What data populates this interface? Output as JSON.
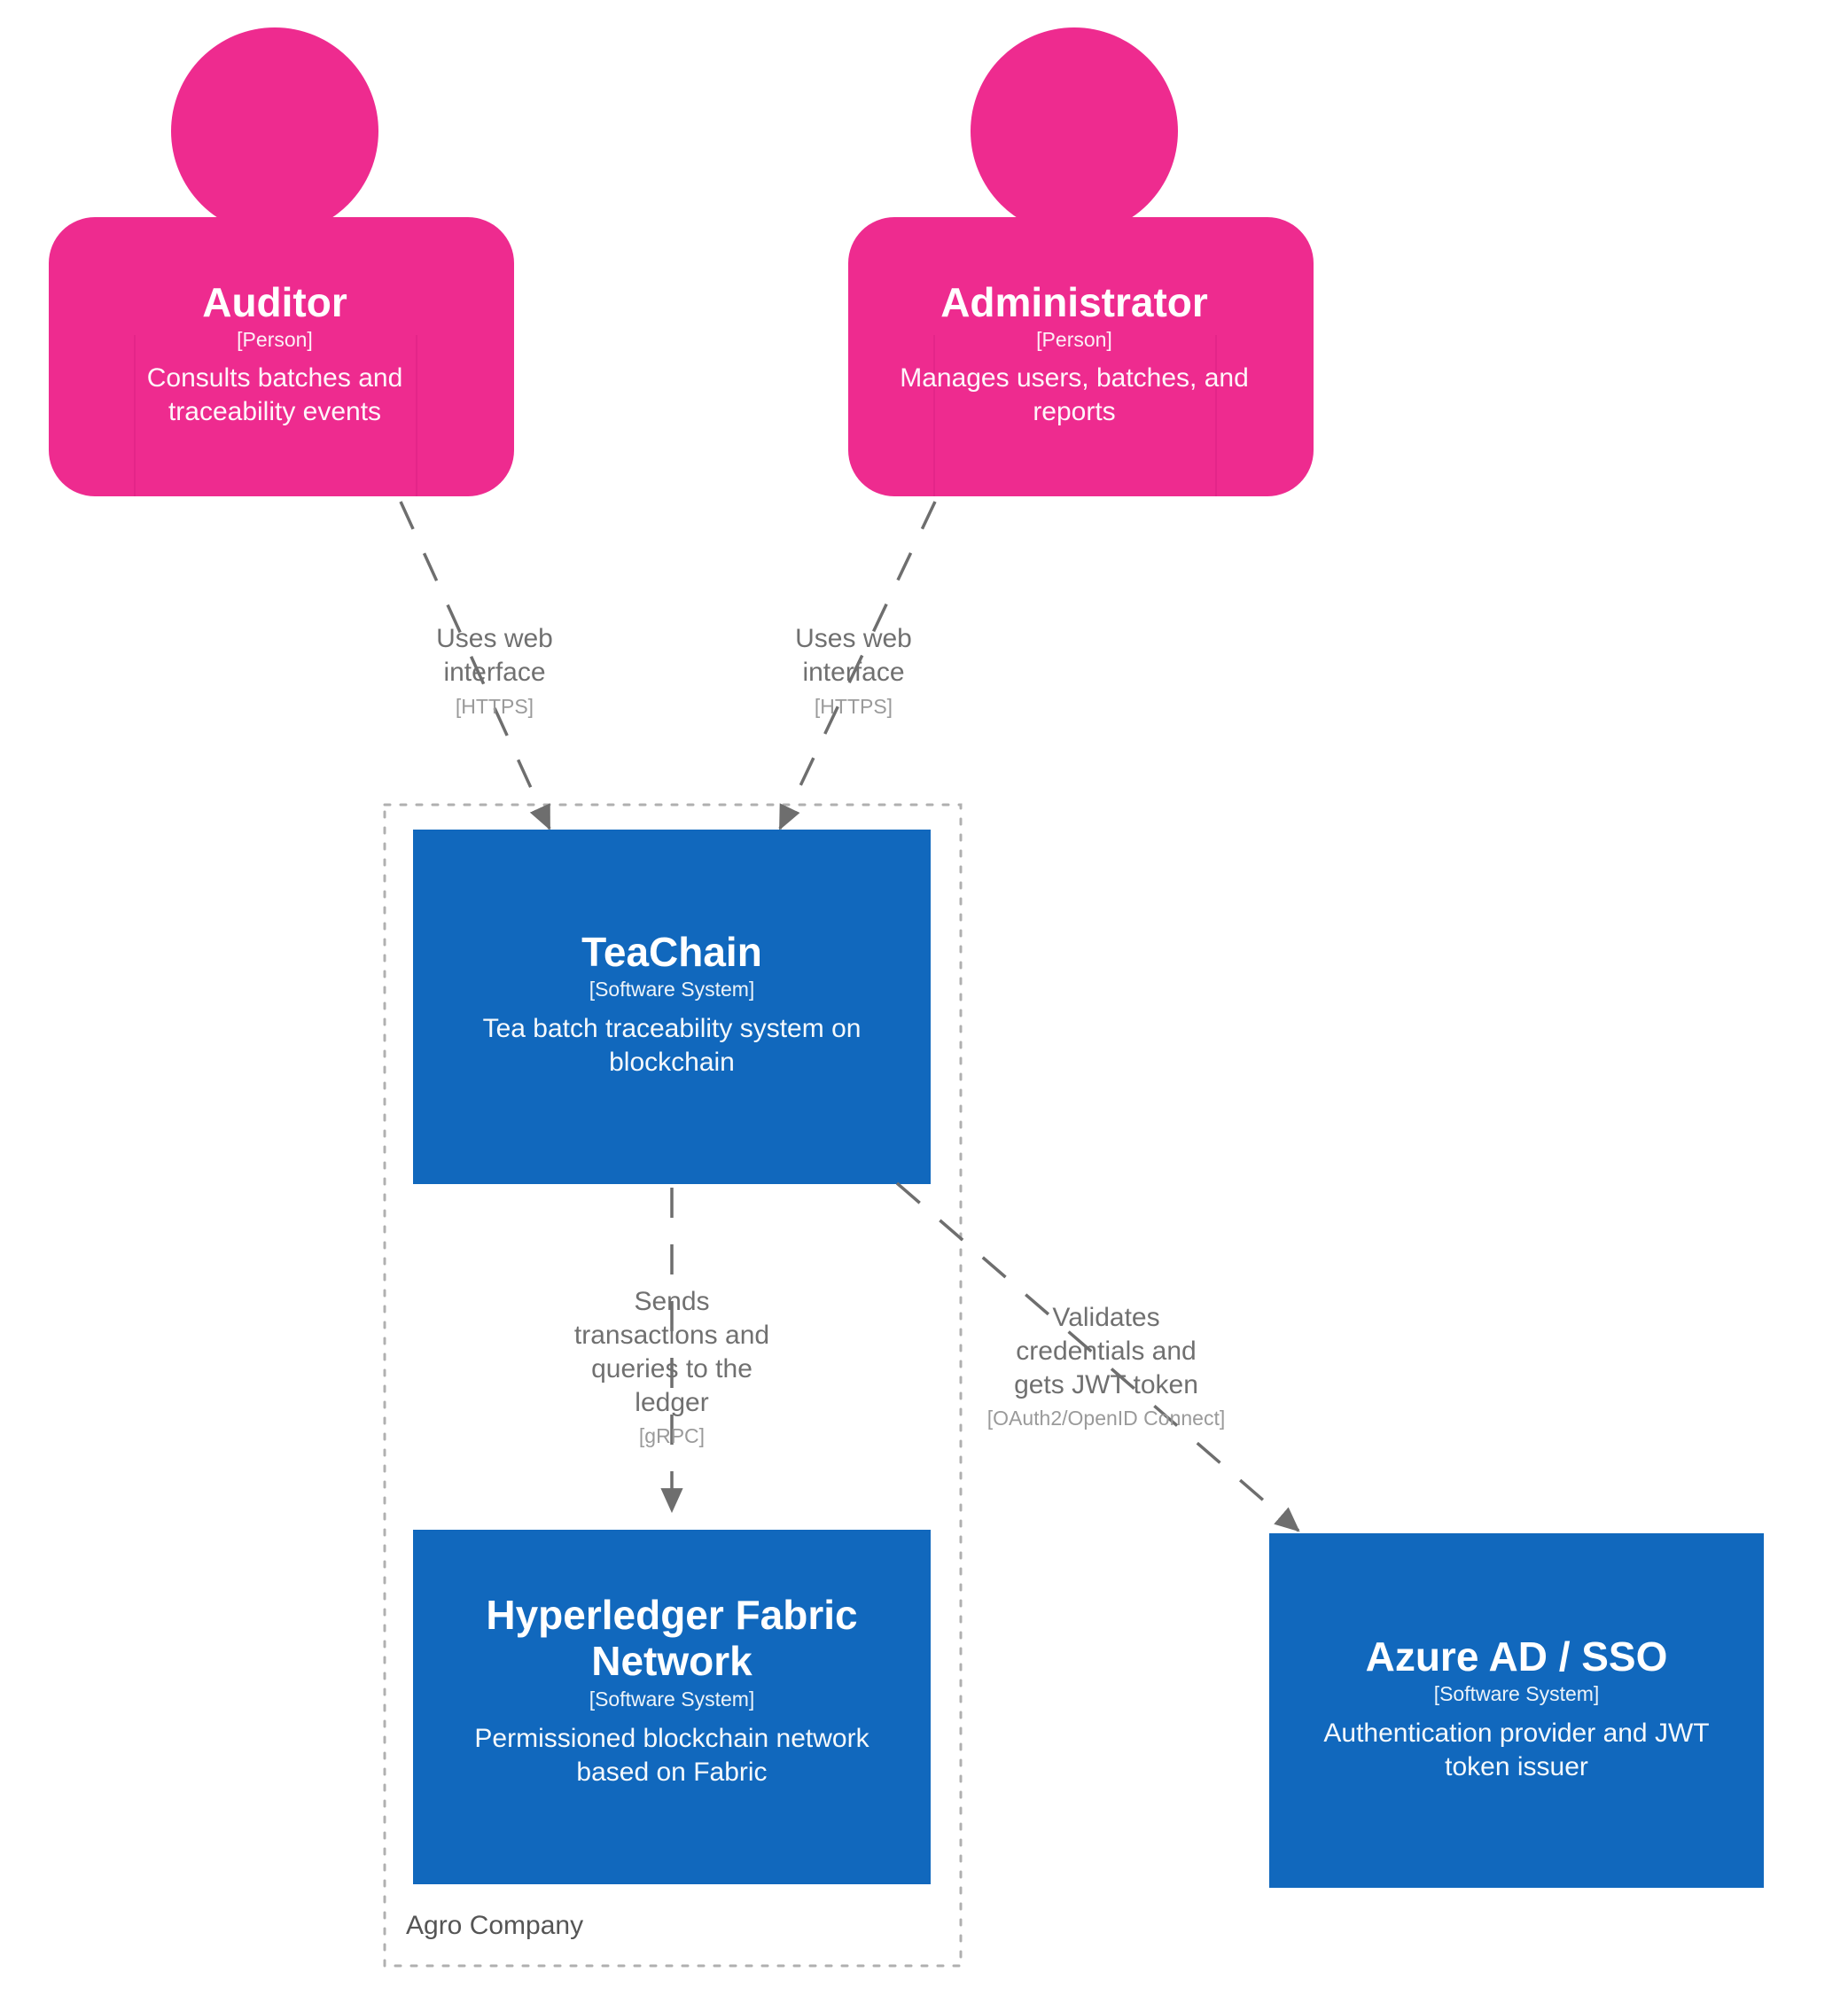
{
  "diagram": {
    "title": "TeaChain System Context",
    "colors": {
      "person_fill": "#ee2b8f",
      "system_fill": "#1168bd",
      "boundary_stroke": "#b0b0b0",
      "edge_stroke": "#707070",
      "edge_label": "#707070",
      "edge_tech": "#9a9a9a",
      "boundary_label": "#555555",
      "background": "#ffffff"
    },
    "boundary": {
      "label": "Agro Company"
    },
    "nodes": [
      {
        "id": "auditor",
        "shape": "person",
        "name": "Auditor",
        "type": "[Person]",
        "description": [
          "Consults batches and",
          "traceability events"
        ]
      },
      {
        "id": "administrator",
        "shape": "person",
        "name": "Administrator",
        "type": "[Person]",
        "description": [
          "Manages users, batches, and",
          "reports"
        ]
      },
      {
        "id": "teachain",
        "shape": "system",
        "name": [
          "TeaChain"
        ],
        "type": "[Software System]",
        "description": [
          "Tea batch traceability system on",
          "blockchain"
        ]
      },
      {
        "id": "fabric",
        "shape": "system",
        "name": [
          "Hyperledger Fabric",
          "Network"
        ],
        "type": "[Software System]",
        "description": [
          "Permissioned blockchain network",
          "based on Fabric"
        ]
      },
      {
        "id": "azure",
        "shape": "system",
        "name": [
          "Azure AD / SSO"
        ],
        "type": "[Software System]",
        "description": [
          "Authentication provider and JWT",
          "token issuer"
        ]
      }
    ],
    "edges": [
      {
        "id": "auditor-to-teachain",
        "from": "auditor",
        "to": "teachain",
        "label": [
          "Uses web",
          "interface"
        ],
        "technology": "[HTTPS]"
      },
      {
        "id": "administrator-to-teachain",
        "from": "administrator",
        "to": "teachain",
        "label": [
          "Uses web",
          "interface"
        ],
        "technology": "[HTTPS]"
      },
      {
        "id": "teachain-to-fabric",
        "from": "teachain",
        "to": "fabric",
        "label": [
          "Sends",
          "transactions and",
          "queries to the",
          "ledger"
        ],
        "technology": "[gRPC]"
      },
      {
        "id": "teachain-to-azure",
        "from": "teachain",
        "to": "azure",
        "label": [
          "Validates",
          "credentials and",
          "gets JWT token"
        ],
        "technology": "[OAuth2/OpenID Connect]"
      }
    ]
  }
}
